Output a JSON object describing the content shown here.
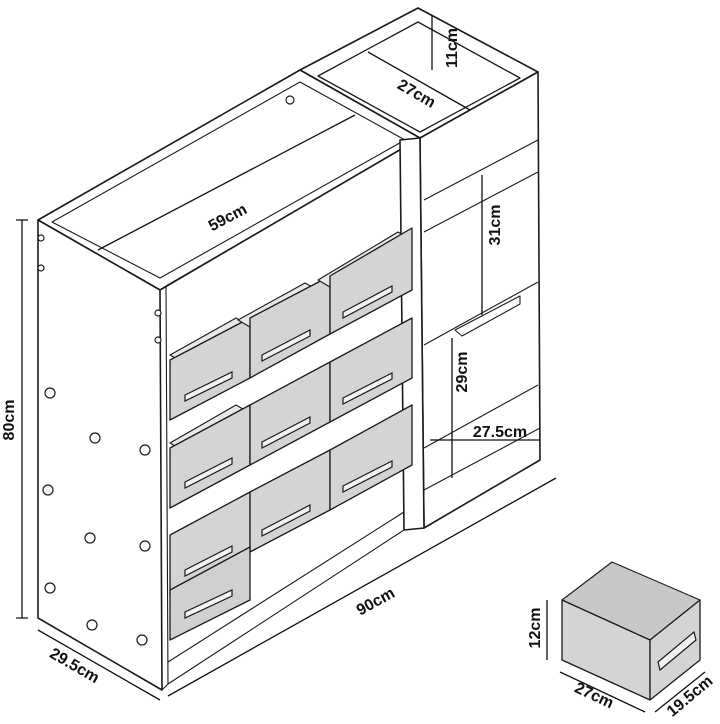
{
  "diagram": {
    "dimensions": {
      "overall_height": "80cm",
      "overall_width": "90cm",
      "depth": "29.5cm",
      "inner_shelf_width": "59cm",
      "top_cubby_width": "27cm",
      "top_cubby_height": "11cm",
      "middle_shelf_height": "31cm",
      "lower_compartment_height": "29cm",
      "lower_compartment_width": "27.5cm"
    },
    "bin": {
      "height": "12cm",
      "width": "27cm",
      "depth": "19.5cm"
    }
  }
}
